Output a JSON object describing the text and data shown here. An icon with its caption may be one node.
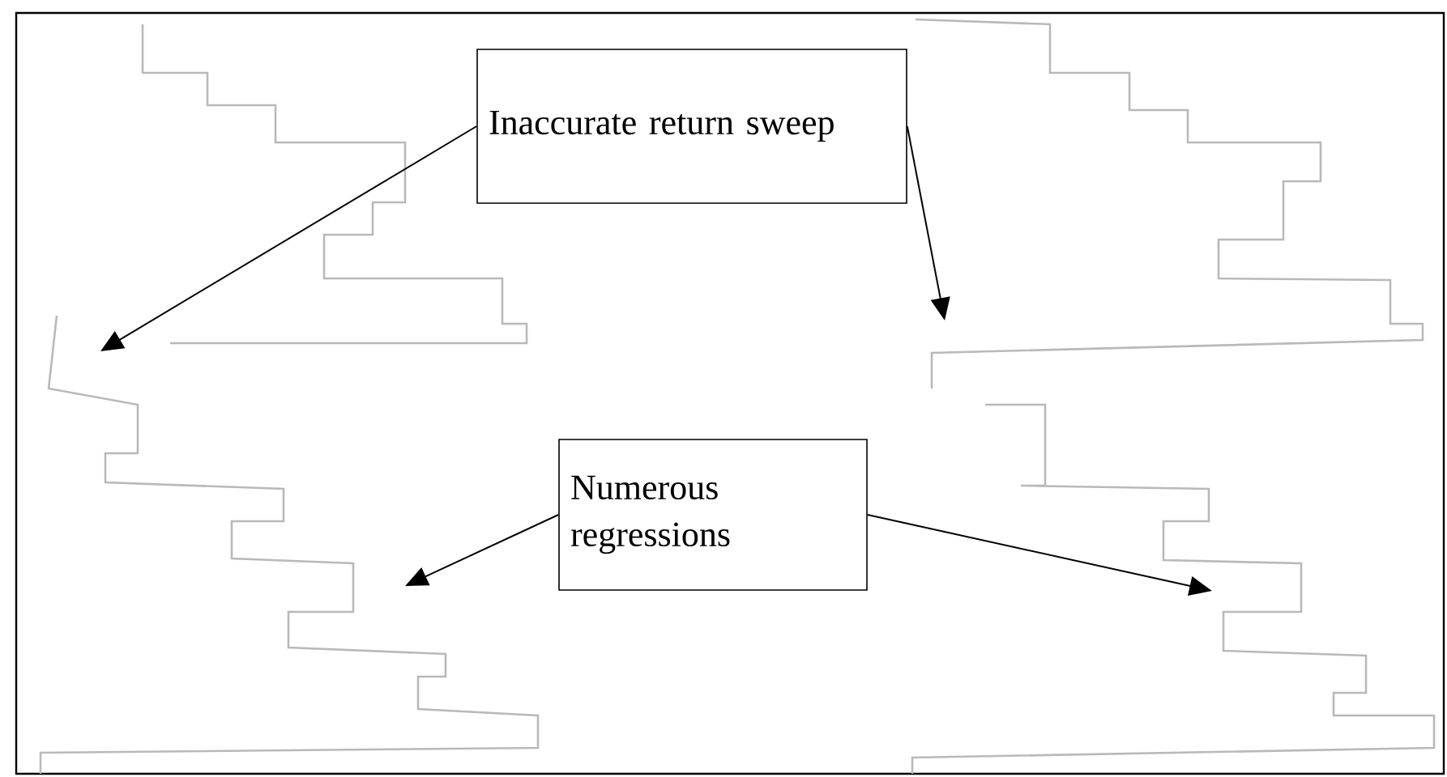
{
  "diagram": {
    "nodes": [
      {
        "text": [
          "Inaccurate return sweep"
        ]
      },
      {
        "text": [
          "Numerous regressions"
        ]
      }
    ],
    "edges": [
      {
        "from": 0,
        "to": null,
        "arrow": "to"
      },
      {
        "from": 0,
        "to": null,
        "arrow": "to"
      },
      {
        "from": 1,
        "to": null,
        "arrow": "to"
      },
      {
        "from": 1,
        "to": null,
        "arrow": "to"
      }
    ]
  }
}
